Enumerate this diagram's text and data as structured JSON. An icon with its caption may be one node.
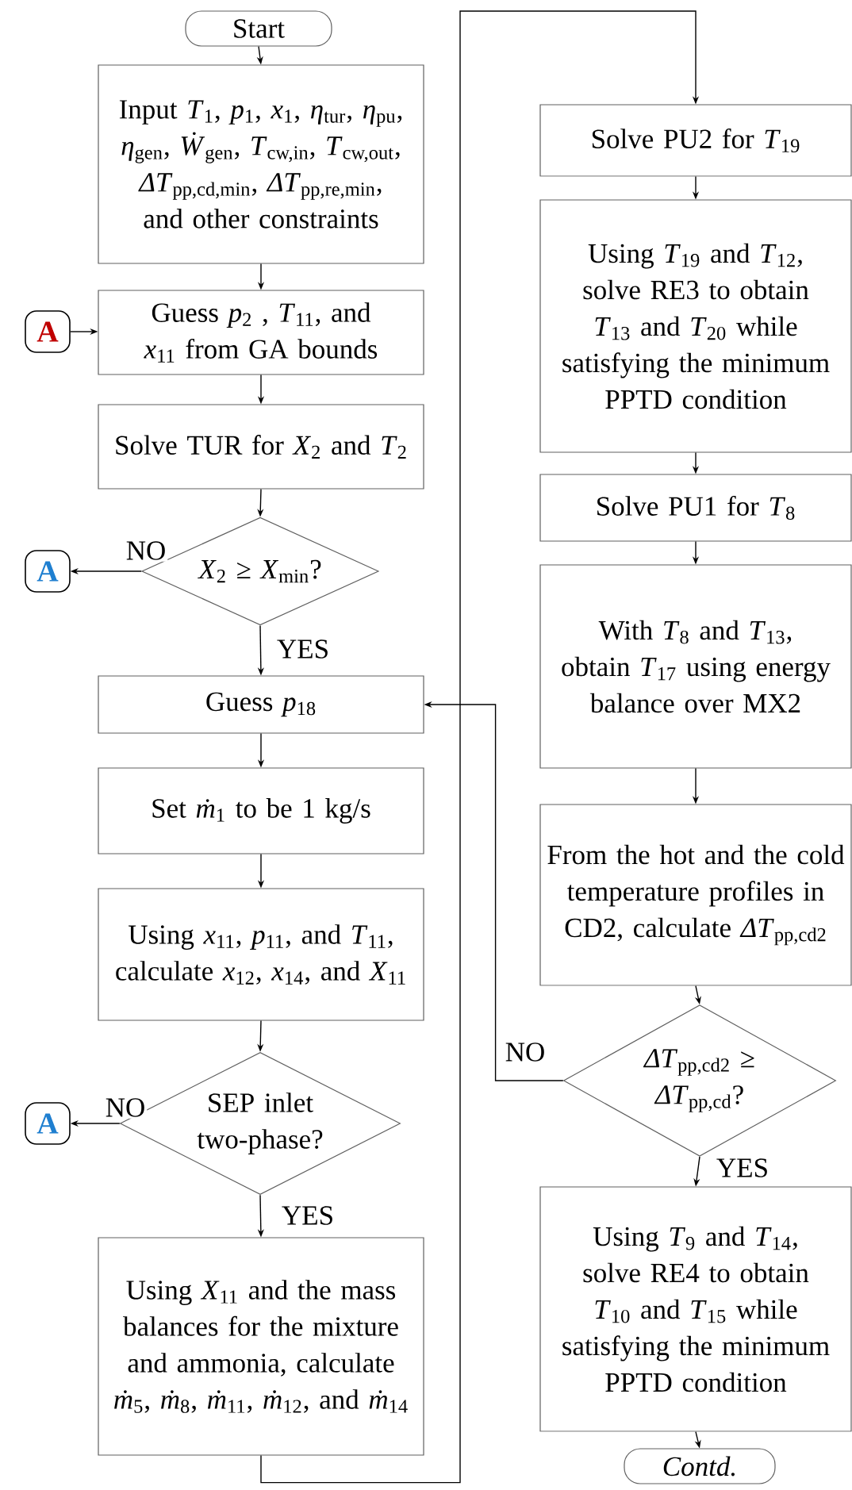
{
  "diagram": {
    "nodes": [
      {
        "text": [
          "Start"
        ]
      },
      {
        "text": [
          "Input *T*$_{1}$, *p*$_{1}$, *x*$_{1}$, *η*$_{tur}$, *η*$_{pu}$, *η*$_{gen}$, *Ẇ*$_{gen}$, *T*$_{cw,in}$, *T*$_{cw,out}$, *ΔT*$_{pp,cd,min}$, *ΔT*$_{pp,re,min}$, and other constraints"
        ]
      },
      {
        "text": [
          "A"
        ]
      },
      {
        "text": [
          "Guess *p*$_{2}$ , *T*$_{11}$, and *x*$_{11}$ from GA bounds"
        ]
      },
      {
        "text": [
          "Solve TUR for *X*$_{2}$ and *T*$_{2}$"
        ]
      },
      {
        "text": [
          "*X*$_{2}$ ≥ *X*$_{min}$?"
        ]
      },
      {
        "text": [
          "A"
        ]
      },
      {
        "text": [
          "Guess *p*$_{18}$"
        ]
      },
      {
        "text": [
          "Set *ṁ*$_{1}$ to be 1 kg/s"
        ]
      },
      {
        "text": [
          "Using *x*$_{11}$, *p*$_{11}$, and *T*$_{11}$, calculate *x*$_{12}$, *x*$_{14}$, and *X*$_{11}$"
        ]
      },
      {
        "text": [
          "SEP inlet two-phase?"
        ]
      },
      {
        "text": [
          "A"
        ]
      },
      {
        "text": [
          "Using *X*$_{11}$ and the mass balances for the mixture and ammonia, calculate *ṁ*$_{5}$, *ṁ*$_{8}$, *ṁ*$_{11}$, *ṁ*$_{12}$, and *ṁ*$_{14}$"
        ]
      },
      {
        "text": [
          "Solve PU2 for *T*$_{19}$"
        ]
      },
      {
        "text": [
          "Using *T*$_{19}$ and *T*$_{12}$, solve RE3 to obtain *T*$_{13}$ and *T*$_{20}$ while satisfying the minimum PPTD condition"
        ]
      },
      {
        "text": [
          "Solve PU1 for *T*$_{8}$"
        ]
      },
      {
        "text": [
          "With *T*$_{8}$ and *T*$_{13}$, obtain *T*$_{17}$ using energy balance over MX2"
        ]
      },
      {
        "text": [
          "From the hot and the cold temperature profiles in CD2, calculate *ΔT*$_{pp,cd2}$"
        ]
      },
      {
        "text": [
          "*ΔT*$_{pp,cd2}$ ≥ *ΔT*$_{pp,cd}$?"
        ]
      },
      {
        "text": [
          "Using *T*$_{9}$ and *T*$_{14}$, solve RE4 to obtain *T*$_{10}$ and *T*$_{15}$ while satisfying the minimum PPTD condition"
        ]
      },
      {
        "text": [
          "Contd."
        ]
      }
    ],
    "edges": [
      {
        "from": 0,
        "to": 1,
        "arrow": "to"
      },
      {
        "from": 1,
        "to": 3,
        "arrow": "to"
      },
      {
        "from": 2,
        "to": 3,
        "arrow": "to"
      },
      {
        "from": 3,
        "to": 4,
        "arrow": "to"
      },
      {
        "from": 4,
        "to": 5,
        "arrow": "to"
      },
      {
        "from": 5,
        "to": 6,
        "arrow": "to",
        "label": "NO"
      },
      {
        "from": 5,
        "to": 7,
        "arrow": "to",
        "label": "YES"
      },
      {
        "from": 7,
        "to": 8,
        "arrow": "to"
      },
      {
        "from": 8,
        "to": 9,
        "arrow": "to"
      },
      {
        "from": 9,
        "to": 10,
        "arrow": "to"
      },
      {
        "from": 10,
        "to": 11,
        "arrow": "to",
        "label": "NO"
      },
      {
        "from": 10,
        "to": 12,
        "arrow": "to",
        "label": "YES"
      },
      {
        "from": 12,
        "to": 13,
        "arrow": "to"
      },
      {
        "from": 13,
        "to": 14,
        "arrow": "to"
      },
      {
        "from": 14,
        "to": 15,
        "arrow": "to"
      },
      {
        "from": 15,
        "to": 16,
        "arrow": "to"
      },
      {
        "from": 16,
        "to": 17,
        "arrow": "to"
      },
      {
        "from": 17,
        "to": 18,
        "arrow": "to"
      },
      {
        "from": 18,
        "to": 7,
        "arrow": "to",
        "label": "NO"
      },
      {
        "from": 18,
        "to": 19,
        "arrow": "to",
        "label": "YES"
      },
      {
        "from": 19,
        "to": 20,
        "arrow": "to"
      }
    ]
  }
}
